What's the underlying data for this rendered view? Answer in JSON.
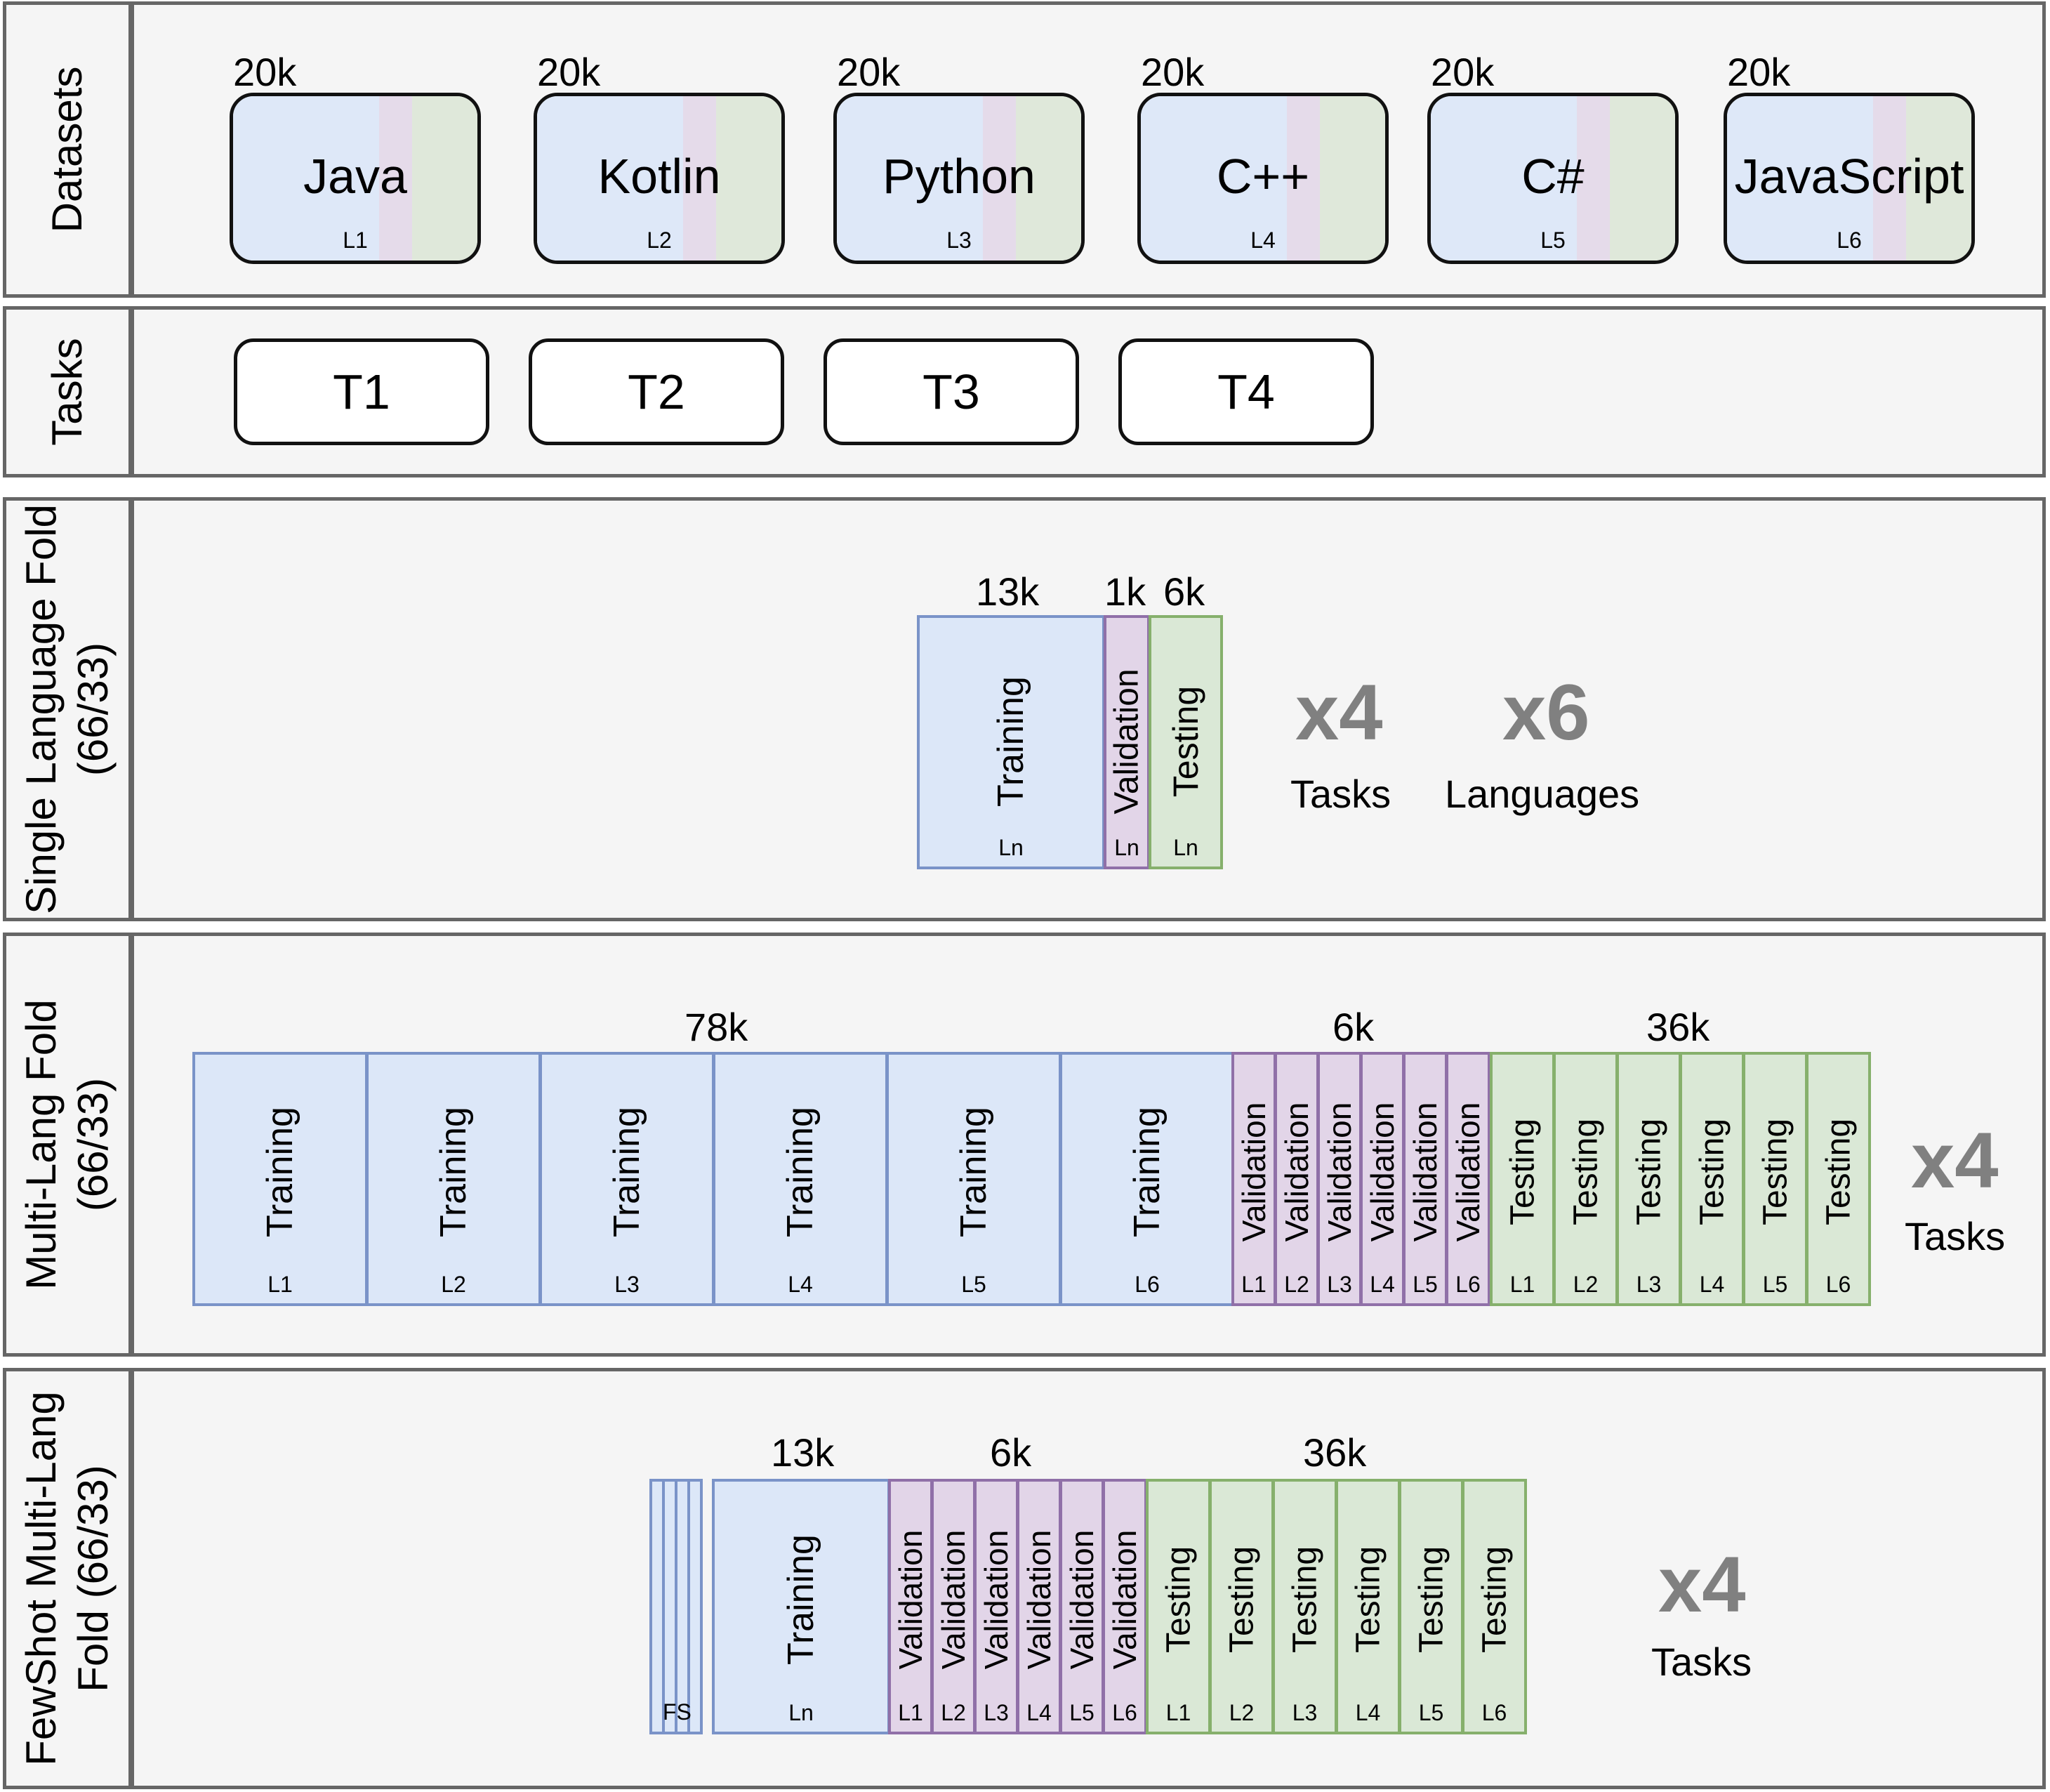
{
  "rows": {
    "datasets": "Datasets",
    "tasks": "Tasks",
    "single_line1": "Single Language Fold",
    "single_line2": "(66/33)",
    "multi_line1": "Multi-Lang Fold",
    "multi_line2": "(66/33)",
    "fewshot_line1": "FewShot Multi-Lang",
    "fewshot_line2": "Fold (66/33)"
  },
  "datasets": [
    {
      "count": "20k",
      "name": "Java",
      "sub": "L1"
    },
    {
      "count": "20k",
      "name": "Kotlin",
      "sub": "L2"
    },
    {
      "count": "20k",
      "name": "Python",
      "sub": "L3"
    },
    {
      "count": "20k",
      "name": "C++",
      "sub": "L4"
    },
    {
      "count": "20k",
      "name": "C#",
      "sub": "L5"
    },
    {
      "count": "20k",
      "name": "JavaScript",
      "sub": "L6"
    }
  ],
  "tasks": [
    "T1",
    "T2",
    "T3",
    "T4"
  ],
  "single": {
    "train_count": "13k",
    "val_count": "1k",
    "test_count": "6k",
    "train_label": "Training",
    "val_label": "Validation",
    "test_label": "Testing",
    "sub": "Ln",
    "mult1": "x4",
    "mult1_caption": "Tasks",
    "mult2": "x6",
    "mult2_caption": "Languages"
  },
  "multi": {
    "train_count": "78k",
    "val_count": "6k",
    "test_count": "36k",
    "train_label": "Training",
    "val_label": "Validation",
    "test_label": "Testing",
    "subs": [
      "L1",
      "L2",
      "L3",
      "L4",
      "L5",
      "L6"
    ],
    "mult": "x4",
    "mult_caption": "Tasks"
  },
  "fewshot": {
    "train_count": "13k",
    "val_count": "6k",
    "test_count": "36k",
    "fs_label": "FS",
    "train_label": "Training",
    "train_sub": "Ln",
    "val_label": "Validation",
    "test_label": "Testing",
    "subs": [
      "L1",
      "L2",
      "L3",
      "L4",
      "L5",
      "L6"
    ],
    "mult": "x4",
    "mult_caption": "Tasks"
  },
  "colors": {
    "training_fill": "#dce7f8",
    "training_border": "#7a93c8",
    "validation_fill": "#e2d5e8",
    "validation_border": "#9070a8",
    "testing_fill": "#dae8d6",
    "testing_border": "#86b06c",
    "frame": "#666666",
    "background": "#f5f5f5"
  }
}
